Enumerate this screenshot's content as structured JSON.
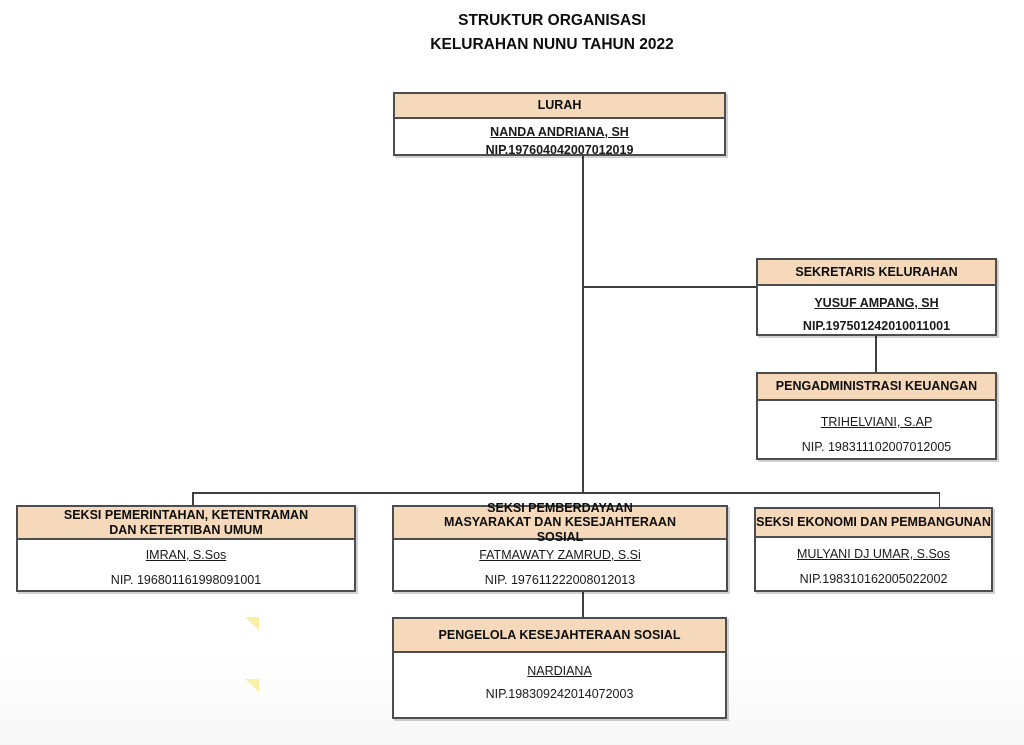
{
  "title": {
    "line1": "STRUKTUR ORGANISASI",
    "line2": "KELURAHAN NUNU TAHUN 2022"
  },
  "boxes": {
    "lurah": {
      "title": "LURAH",
      "name": "NANDA ANDRIANA, SH",
      "nip": "NIP.197604042007012019"
    },
    "sekretaris": {
      "title": "SEKRETARIS KELURAHAN",
      "name": "YUSUF AMPANG, SH",
      "nip": "NIP.197501242010011001"
    },
    "pengadministrasi": {
      "title": "PENGADMINISTRASI KEUANGAN",
      "name": "TRIHELVIANI, S.AP",
      "nip": "NIP. 198311102007012005"
    },
    "seksi_pemerintahan": {
      "title": "SEKSI PEMERINTAHAN, KETENTRAMAN DAN KETERTIBAN UMUM",
      "name": "IMRAN, S.Sos",
      "nip": "NIP. 196801161998091001"
    },
    "seksi_pemberdayaan": {
      "title": "SEKSI PEMBERDAYAAN MASYARAKAT DAN KESEJAHTERAAN SOSIAL",
      "name": "FATMAWATY ZAMRUD, S.Si",
      "nip": "NIP. 197611222008012013"
    },
    "seksi_ekonomi": {
      "title": "SEKSI EKONOMI DAN PEMBANGUNAN",
      "name": "MULYANI DJ UMAR, S.Sos",
      "nip": "NIP.198310162005022002"
    },
    "pengelola": {
      "title": "PENGELOLA KESEJAHTERAAN SOSIAL",
      "name": "NARDIANA",
      "nip": "NIP.198309242014072003"
    }
  },
  "colors": {
    "header_fill": "#f5d9ba",
    "box_border": "#4d4d4d",
    "connector_line": "#3f3f3f",
    "triangle_marker": "#fbf0a2"
  }
}
